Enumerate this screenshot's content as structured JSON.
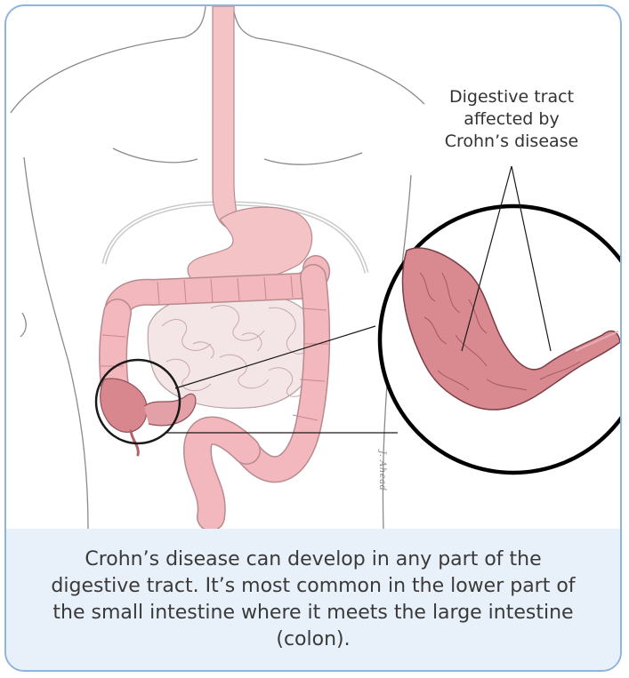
{
  "callout": {
    "line1": "Digestive tract",
    "line2": "affected by",
    "line3": "Crohn’s disease"
  },
  "signature": "J. Ahead",
  "caption": "Crohn’s disease can develop in any part of the digestive tract. It’s most common in the lower part of the small intestine where it meets the large intestine (colon).",
  "colors": {
    "frame_border": "#8fb3df",
    "caption_background": "#e8f0f9",
    "intestine_fill": "#f2b8bd",
    "inflamed_fill": "#d9878f",
    "outline": "#555555"
  }
}
